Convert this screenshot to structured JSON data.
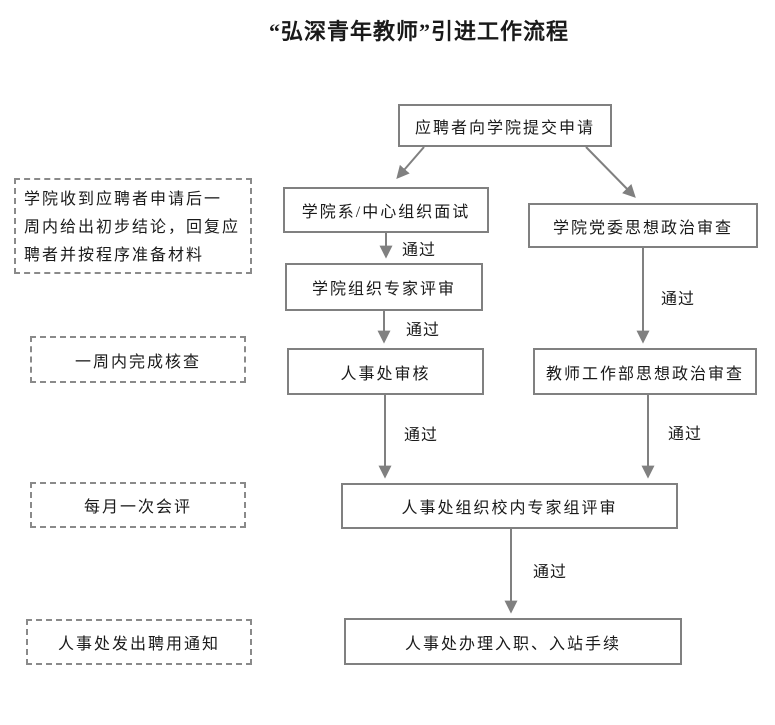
{
  "title": "“弘深青年教师”引进工作流程",
  "pass_label": "通过",
  "nodes": {
    "submit": "应聘者向学院提交申请",
    "interview": "学院系/中心组织面试",
    "party_review": "学院党委思想政治审查",
    "expert_review": "学院组织专家评审",
    "hr_review": "人事处审核",
    "teacher_dept_review": "教师工作部思想政治审查",
    "campus_expert_review": "人事处组织校内专家组评审",
    "onboarding": "人事处办理入职、入站手续"
  },
  "side_notes": [
    {
      "lines": [
        "学院收到应聘者申请后一",
        "周内给出初步结论，回复应",
        "聘者并按程序准备材料"
      ]
    },
    {
      "lines": [
        "一周内完成核查"
      ]
    },
    {
      "lines": [
        "每月一次会评"
      ]
    },
    {
      "lines": [
        "人事处发出聘用通知"
      ]
    }
  ],
  "colors": {
    "line": "#808080",
    "text": "#1a1a1a",
    "background": "#ffffff"
  }
}
